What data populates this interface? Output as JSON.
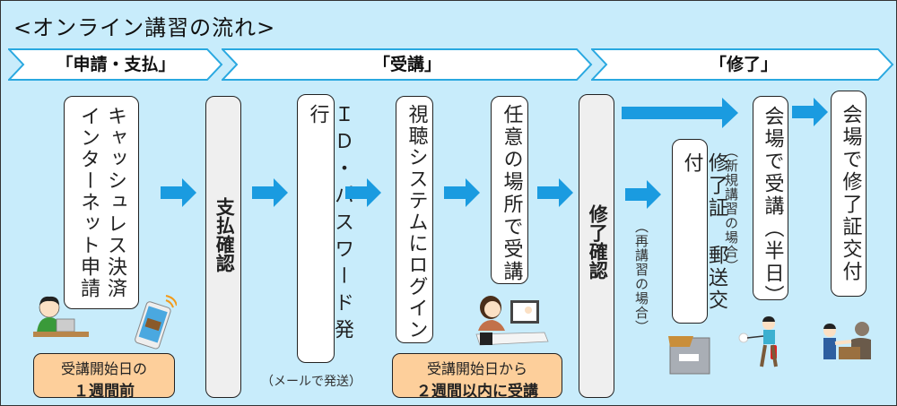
{
  "title": "<オンライン講習の流れ>",
  "phases": [
    {
      "label": "「申請・支払」"
    },
    {
      "label": "「受講」"
    },
    {
      "label": "「修了」"
    }
  ],
  "steps": {
    "apply": {
      "line1": "キャッシュレス決済",
      "line2": "インターネット申請"
    },
    "payment_check": "支払確認",
    "id_issue": "ＩＤ・パスワード発行",
    "id_issue_caption": "（メールで発送）",
    "login": "視聴システムにログイン",
    "attend_anywhere": "任意の場所で受講",
    "completion_check": "修了確認",
    "cert_mail": "修了証 郵送交付",
    "retake_note": "（再講習の場合）",
    "new_note": "（新規講習の場合）",
    "venue_attend": "会場で受講（半日）",
    "venue_cert": "会場で修了証交付"
  },
  "notes": {
    "before": {
      "line1": "受講開始日の",
      "line2": "１週間前"
    },
    "within": {
      "line1": "受講開始日から",
      "line2": "２週間以内に受講"
    }
  },
  "colors": {
    "background": "#c8ecfb",
    "arrow": "#1a9be0",
    "chevron_border": "#29a8e0",
    "note_fill": "#fdcf9b"
  }
}
